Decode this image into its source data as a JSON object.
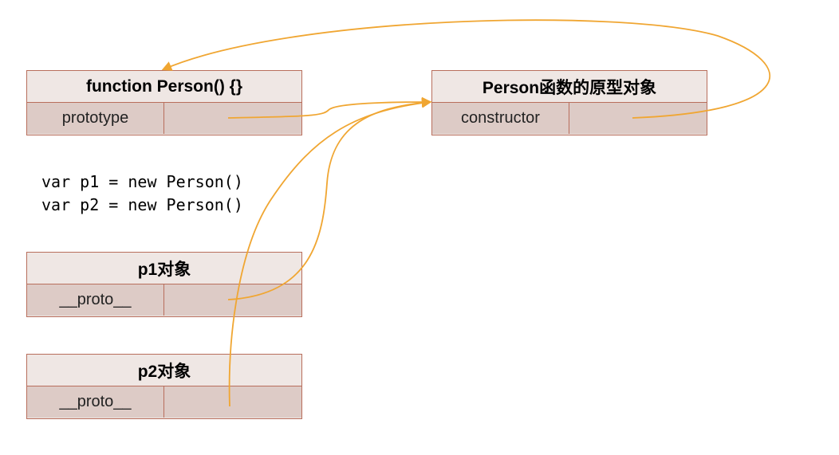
{
  "person_function": {
    "title": "function Person() {}",
    "field": "prototype"
  },
  "prototype_object": {
    "title": "Person函数的原型对象",
    "field": "constructor"
  },
  "code": {
    "line1": "var p1 = new Person()",
    "line2": "var p2 = new Person()"
  },
  "p1_object": {
    "title": "p1对象",
    "field": "__proto__"
  },
  "p2_object": {
    "title": "p2对象",
    "field": "__proto__"
  },
  "colors": {
    "arrow": "#f0a632",
    "box_border": "#b86e5c",
    "box_head_bg": "#efe7e4",
    "box_row_bg": "#ddcbc6"
  }
}
